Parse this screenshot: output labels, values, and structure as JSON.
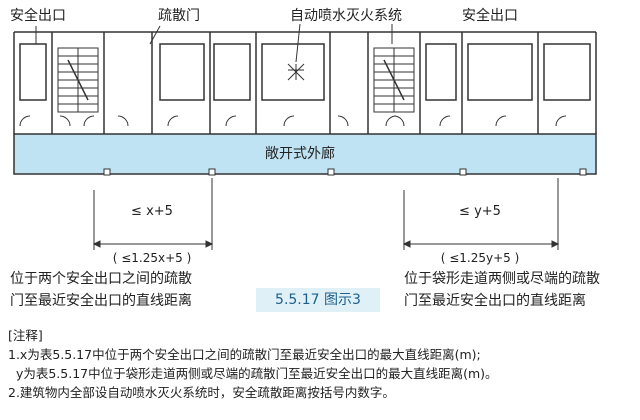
{
  "labels": {
    "exit_left": "安全出口",
    "evac_door": "疏散门",
    "sprinkler": "自动喷水灭火系统",
    "exit_right": "安全出口",
    "corridor": "敞开式外廊",
    "dim_left_main": "≤ x+5",
    "dim_left_alt": "( ≤1.25x+5 )",
    "dim_right_main": "≤ y+5",
    "dim_right_alt": "( ≤1.25y+5 )",
    "desc_left": [
      "位于两个安全出口之间的疏散",
      "门至最近安全出口的直线距离"
    ],
    "desc_right": [
      "位于袋形走道两侧或尽端的疏散",
      "门至最近安全出口的直线距离"
    ],
    "figure_label": "5.5.17 图示3"
  },
  "notes": {
    "heading": "[注释]",
    "lines": [
      "1.x为表5.5.17中位于两个安全出口之间的疏散门至最近安全出口的最大直线距离(m);",
      "  y为表5.5.17中位于袋形走道两侧或尽端的疏散门至最近安全出口的最大直线距离(m)。",
      "2.建筑物内全部设自动喷水灭火系统时，安全疏散距离按括号内数字。"
    ]
  },
  "colors": {
    "corridor_fill": "#bfe3f2",
    "figure_label_bg": "#dff0f7",
    "line": "#333333"
  }
}
